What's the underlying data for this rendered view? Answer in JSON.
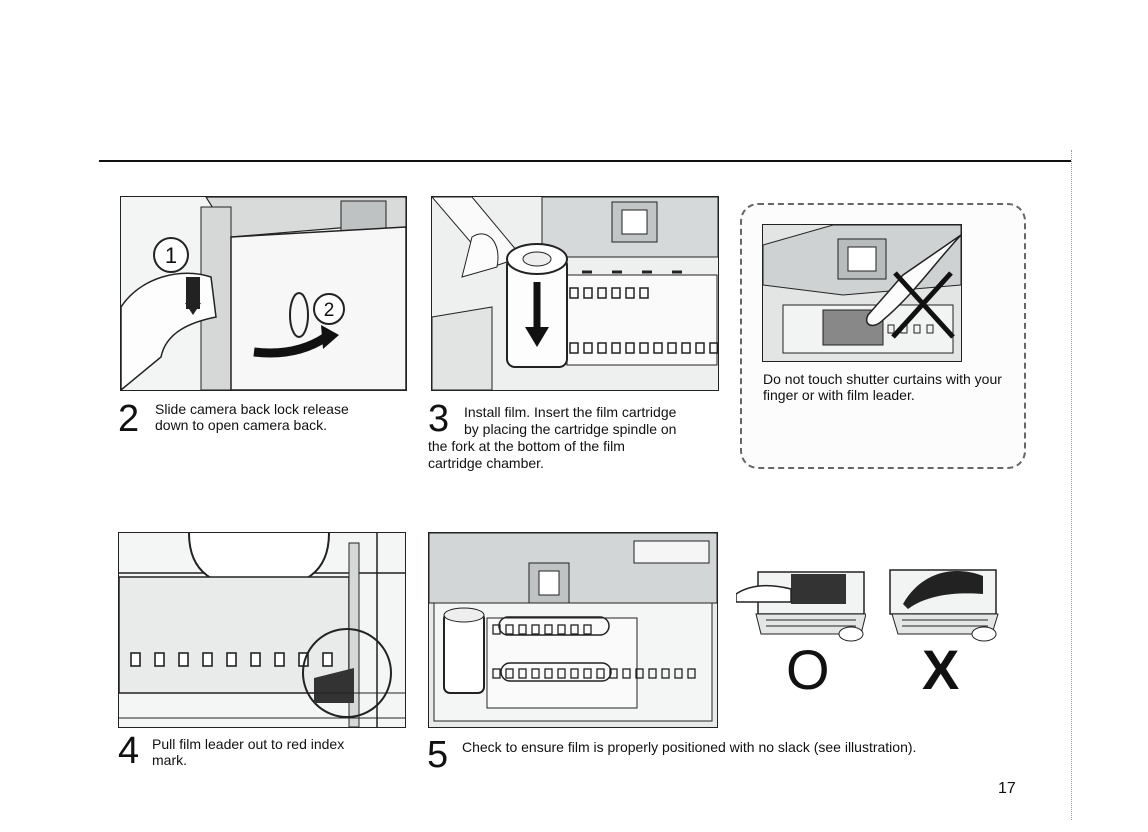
{
  "page": {
    "number": "17"
  },
  "steps": [
    {
      "num": "2",
      "text": "Slide camera back lock release down to open camera back.",
      "markers": [
        "1",
        "2"
      ]
    },
    {
      "num": "3",
      "line1": "Install film. Insert the film cartridge",
      "line2": "by placing the cartridge spindle on",
      "line3": "the fork at the bottom of the film",
      "line4": "cartridge chamber."
    },
    {
      "num": "4",
      "text": "Pull film leader out to red index mark."
    },
    {
      "num": "5",
      "text": "Check to ensure film is properly positioned with no slack (see illustration)."
    }
  ],
  "warning": {
    "text": "Do not touch shutter curtains with your finger or with film leader."
  },
  "symbols": {
    "correct": "O",
    "incorrect": "X"
  }
}
